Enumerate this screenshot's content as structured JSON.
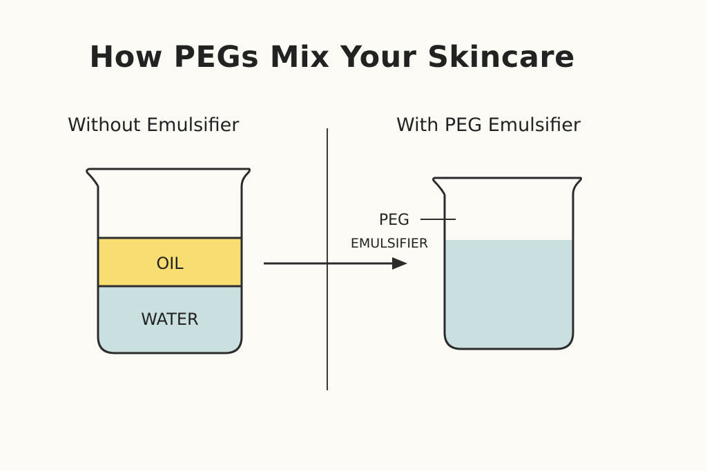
{
  "title": "How PEGs Mix Your Skincare",
  "panels": {
    "left": {
      "heading": "Without Emulsifier",
      "layers": {
        "oil": "OIL",
        "water": "WATER"
      }
    },
    "right": {
      "heading": "With PEG Emulsifier",
      "callout": {
        "line1": "PEG",
        "line2": "EMULSIFIER"
      }
    }
  },
  "colors": {
    "background": "#fbfaf4",
    "oil": "#f7dd72",
    "water": "#c9dfe0",
    "mixed": "#c9dfe0",
    "outline": "#2b2b2b"
  }
}
